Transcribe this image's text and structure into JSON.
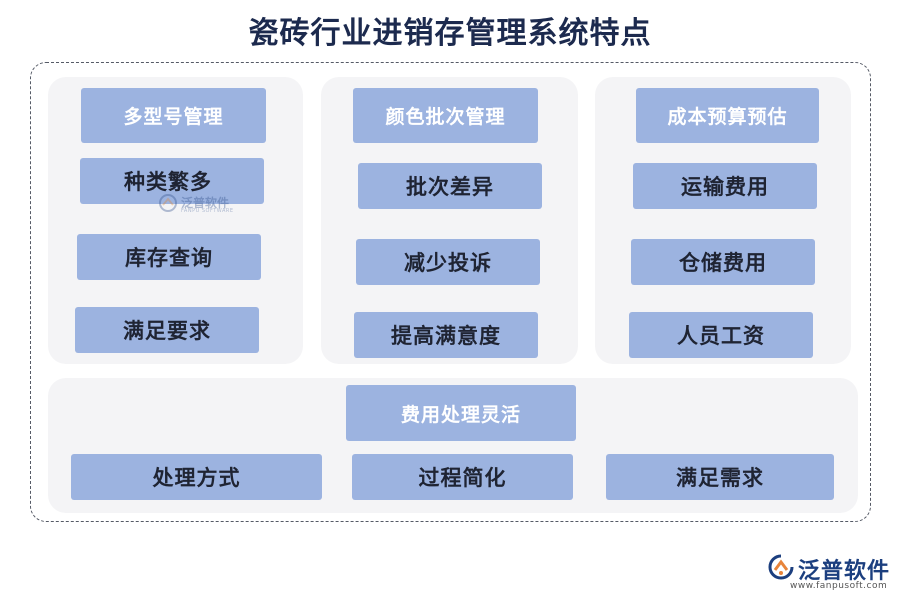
{
  "title": "瓷砖行业进销存管理系统特点",
  "groups": [
    {
      "heading": "多型号管理",
      "items": [
        "种类繁多",
        "库存查询",
        "满足要求"
      ]
    },
    {
      "heading": "颜色批次管理",
      "items": [
        "批次差异",
        "减少投诉",
        "提高满意度"
      ]
    },
    {
      "heading": "成本预算预估",
      "items": [
        "运输费用",
        "仓储费用",
        "人员工资"
      ]
    },
    {
      "heading": "费用处理灵活",
      "items": [
        "处理方式",
        "过程简化",
        "满足需求"
      ]
    }
  ],
  "watermark": {
    "name": "泛普软件",
    "subtitle": "FANPU SOFTWARE"
  },
  "brand": {
    "name": "泛普软件",
    "url": "www.fanpusoft.com"
  },
  "colors": {
    "title": "#1c2a4e",
    "box": "#9cb3e0",
    "panel": "#f4f4f6",
    "brand": "#1c3f7f"
  }
}
